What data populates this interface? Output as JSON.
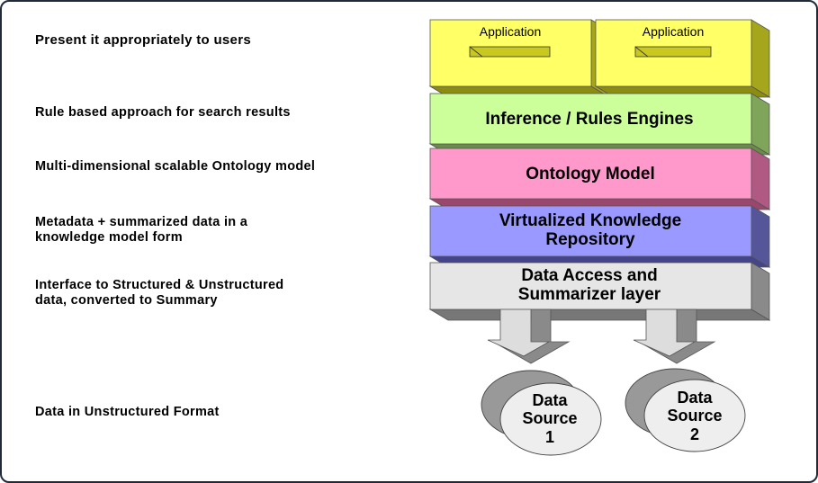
{
  "descriptions": {
    "present": "Present it appropriately to users",
    "rules": "Rule based approach for search results",
    "ontology": "Multi-dimensional scalable Ontology model",
    "metadata_line1": "Metadata + summarized data in a",
    "metadata_line2": "knowledge model form",
    "interface_line1": "Interface to Structured & Unstructured",
    "interface_line2": "data, converted to Summary",
    "unstructured": "Data in Unstructured Format"
  },
  "layers": {
    "app1": "Application",
    "app2": "Application",
    "inference": "Inference / Rules Engines",
    "ontology": "Ontology Model",
    "repo_line1": "Virtualized Knowledge",
    "repo_line2": "Repository",
    "access_line1": "Data Access and",
    "access_line2": "Summarizer layer"
  },
  "sources": {
    "ds1": {
      "line1": "Data",
      "line2": "Source",
      "line3": "1"
    },
    "ds2": {
      "line1": "Data",
      "line2": "Source",
      "line3": "2"
    }
  },
  "colors": {
    "application": "#ffff66",
    "inference": "#ccff99",
    "ontology": "#ff99cc",
    "repository": "#9999ff",
    "access": "#e6e6e6",
    "source": "#eeeeee"
  }
}
